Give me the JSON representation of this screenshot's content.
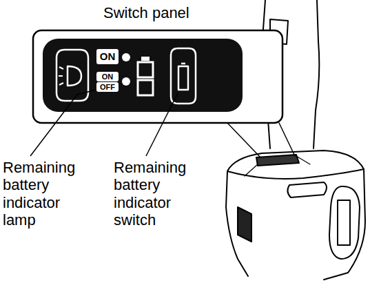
{
  "diagram": {
    "labels": [
      "Switch panel",
      "ON",
      "ON",
      "OFF",
      "Remaining battery indicator lamp",
      "Remaining battery indicator switch"
    ]
  }
}
